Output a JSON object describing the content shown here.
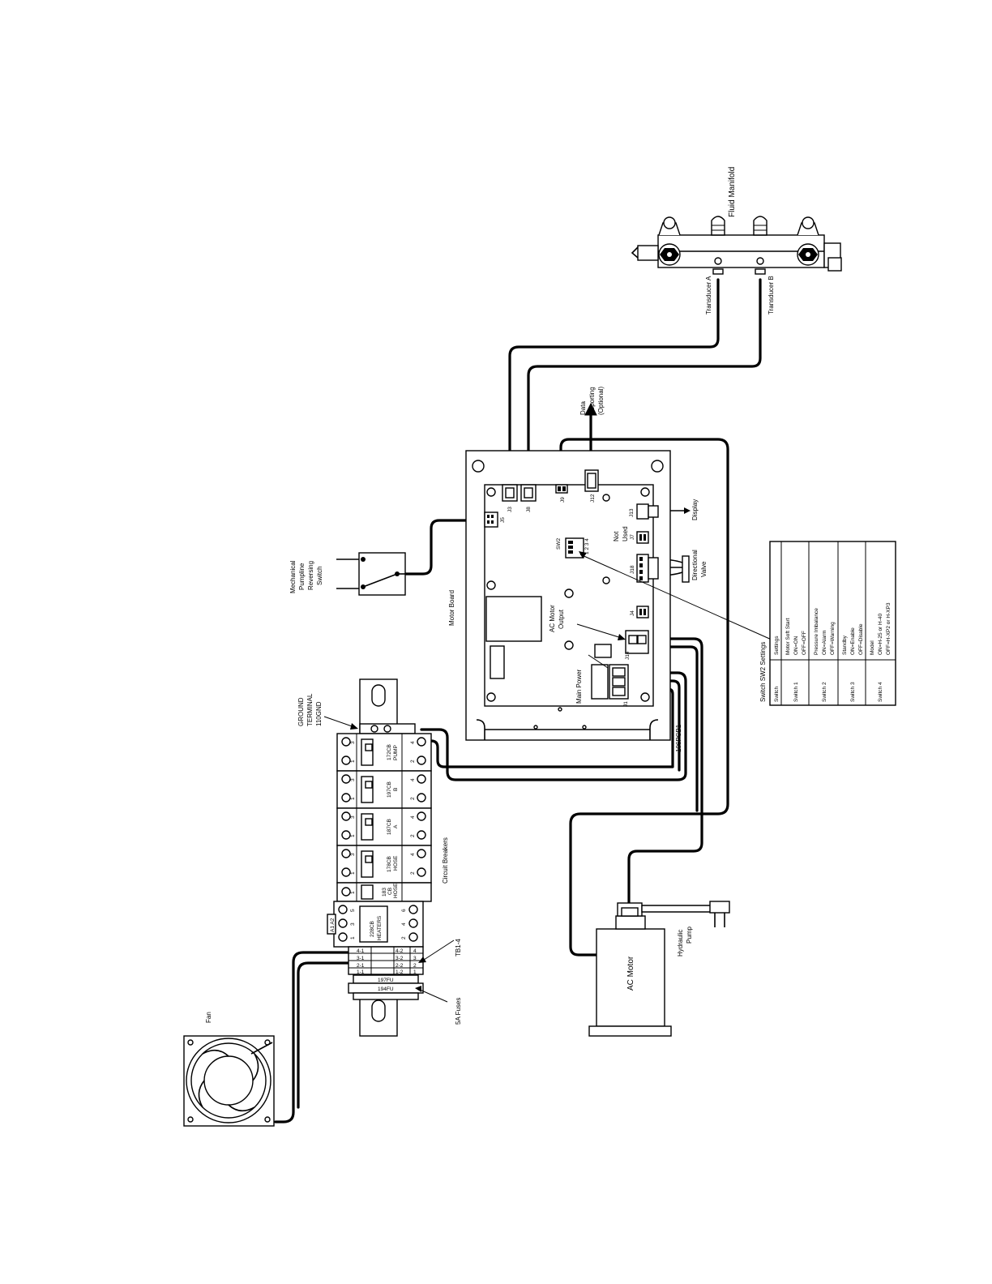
{
  "labels": {
    "fluid_manifold": "Fluid Manifold",
    "transducer_a": "Transducer A",
    "transducer_b": "Transducer B",
    "data_reporting": [
      "Data",
      "Reporting",
      "(Optional)"
    ],
    "display": "Display",
    "directional_valve": [
      "Directional",
      "Valve"
    ],
    "not_used": [
      "Not",
      "Used"
    ],
    "motor_board": "Motor Board",
    "ac_motor_output": [
      "AC Motor",
      "Output"
    ],
    "main_power": "Main Power",
    "board_id": "106PCB1",
    "mechanical_switch": [
      "Mechanical",
      "Pumpline",
      "Reversing",
      "Switch"
    ],
    "ground_terminal": [
      "GROUND",
      "TERMINAL",
      "110GND"
    ],
    "circuit_breakers": "Circuit Breakers",
    "tb": "TB1-4",
    "fuses": "5A Fuses",
    "fan": "Fan",
    "ac_motor": "AC Motor",
    "hydraulic_pump": [
      "Hydraulic",
      "Pump"
    ],
    "connectors": {
      "j3": "J3",
      "j8": "J8",
      "j9": "J9",
      "j12": "J12",
      "j13": "J13",
      "j5": "J5",
      "sw2": "SW2",
      "sw2_pins": "1 2 3 4",
      "j7": "J7",
      "j18": "J18",
      "j4": "J4",
      "j14": "J14",
      "j1": "J1"
    },
    "breakers": [
      {
        "name": [
          "172CB",
          "PUMP"
        ],
        "left": [
          "3",
          "1"
        ],
        "right": [
          "4",
          "2"
        ]
      },
      {
        "name": [
          "197CB",
          "B"
        ],
        "left": [
          "3",
          "1"
        ],
        "right": [
          "4",
          "2"
        ]
      },
      {
        "name": [
          "187CB",
          "A"
        ],
        "left": [
          "3",
          "1"
        ],
        "right": [
          "4",
          "2"
        ]
      },
      {
        "name": [
          "178CB",
          "HOSE"
        ],
        "left": [
          "3",
          "1"
        ],
        "right": [
          "4",
          "2"
        ]
      },
      {
        "name": [
          "183",
          "CB",
          "HOSE"
        ],
        "left": [
          "1"
        ],
        "right": []
      }
    ],
    "heater_breaker": {
      "name": [
        "228CB",
        "HEATERS"
      ],
      "left": [
        "5",
        "3",
        "1"
      ],
      "right": [
        "6",
        "4",
        "2"
      ],
      "side": "A1 A2"
    },
    "terminal_rows": [
      {
        "left": "4-1",
        "right": "4-2",
        "num": "4"
      },
      {
        "left": "3-1",
        "right": "3-2",
        "num": "3"
      },
      {
        "left": "2-1",
        "right": "2-2",
        "num": "2"
      },
      {
        "left": "1-1",
        "right": "1-2",
        "num": "1"
      }
    ],
    "fuse_labels": [
      "197FU",
      "194FU"
    ]
  },
  "switch_table": {
    "title": "Switch SW2 Settings",
    "headers": [
      "Switch",
      "Settings"
    ],
    "rows": [
      {
        "switch": "Switch 1",
        "settings": [
          "Motor Soft Start",
          "ON=ON",
          "OFF=OFF"
        ]
      },
      {
        "switch": "Switch 2",
        "settings": [
          "Pressure Imbalance",
          "ON=Alarm",
          "OFF=Warning"
        ]
      },
      {
        "switch": "Switch 3",
        "settings": [
          "Standby",
          "ON=Enable",
          "OFF=Disable"
        ]
      },
      {
        "switch": "Switch 4",
        "settings": [
          "Model",
          "ON=H-25 or H-40",
          "OFF=H-XP2 or H-XP3"
        ]
      }
    ]
  }
}
